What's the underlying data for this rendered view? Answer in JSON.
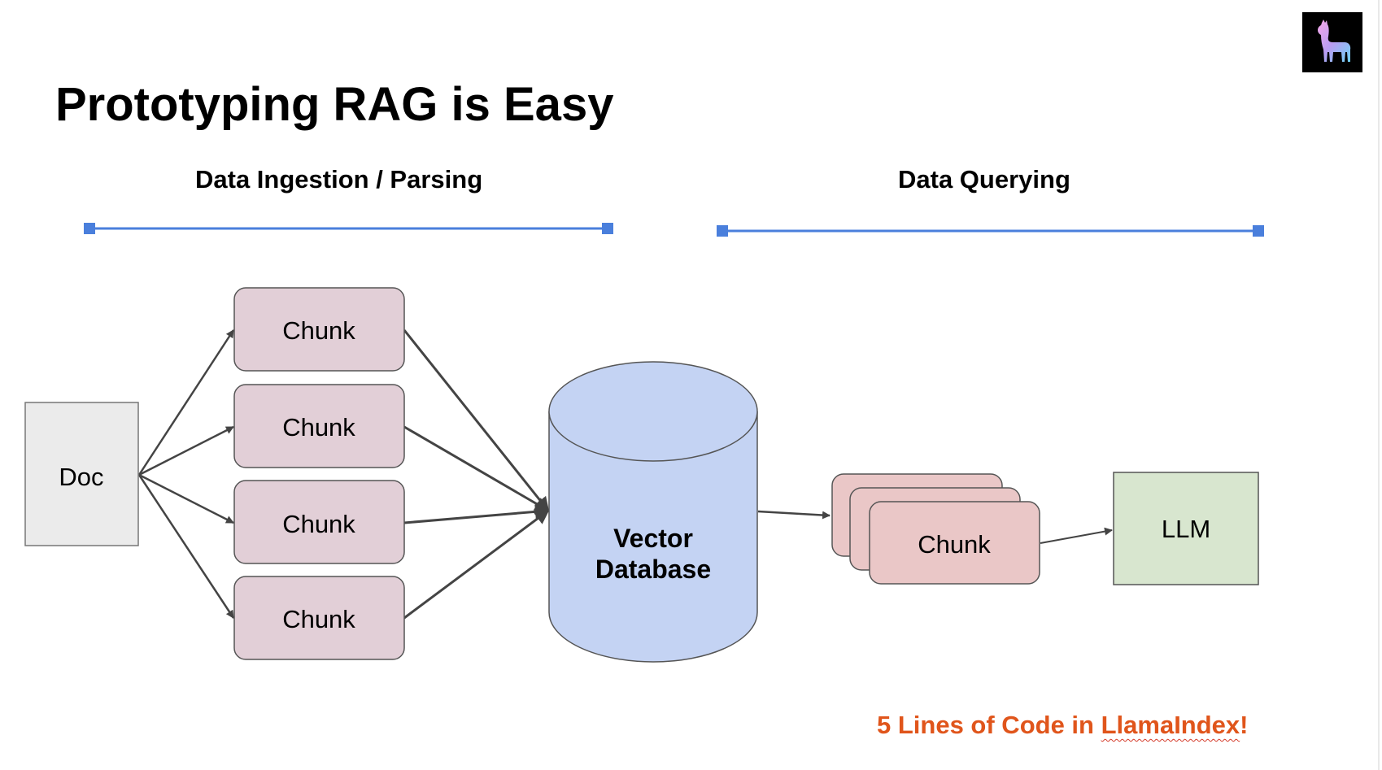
{
  "slide": {
    "title": "Prototyping RAG is Easy",
    "sections": {
      "ingestion": "Data Ingestion / Parsing",
      "querying": "Data Querying"
    },
    "footer": {
      "prefix": "5 Lines of Code in ",
      "highlight": "LlamaIndex",
      "suffix": "!"
    }
  },
  "diagram": {
    "doc": "Doc",
    "chunks": [
      "Chunk",
      "Chunk",
      "Chunk",
      "Chunk"
    ],
    "database_line1": "Vector",
    "database_line2": "Database",
    "retrieved_chunk": "Chunk",
    "llm": "LLM"
  },
  "colors": {
    "accent_blue": "#4a7fdc",
    "chunk_fill": "#e2cfd7",
    "retrieved_fill": "#eac7c7",
    "database_fill": "#c4d3f3",
    "llm_fill": "#d8e6cf",
    "doc_fill": "#ebebeb",
    "footer_text": "#e0551b"
  },
  "icons": {
    "logo": "llama-logo-icon"
  }
}
